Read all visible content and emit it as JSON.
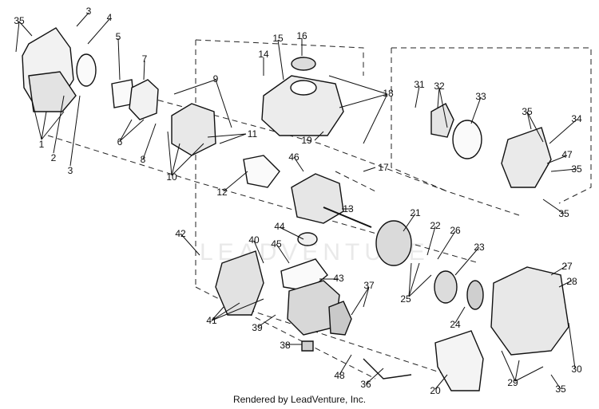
{
  "diagram": {
    "callouts": [
      "1",
      "2",
      "3",
      "4",
      "5",
      "6",
      "7",
      "8",
      "9",
      "10",
      "11",
      "12",
      "13",
      "14",
      "15",
      "16",
      "17",
      "18",
      "19",
      "20",
      "21",
      "22",
      "23",
      "24",
      "25",
      "26",
      "27",
      "28",
      "29",
      "30",
      "31",
      "32",
      "33",
      "34",
      "35",
      "36",
      "37",
      "38",
      "39",
      "40",
      "41",
      "42",
      "43",
      "44",
      "45",
      "46",
      "47",
      "48"
    ],
    "watermark": "LEADVENTURE"
  },
  "footer": {
    "text": "Rendered by LeadVenture, Inc."
  }
}
